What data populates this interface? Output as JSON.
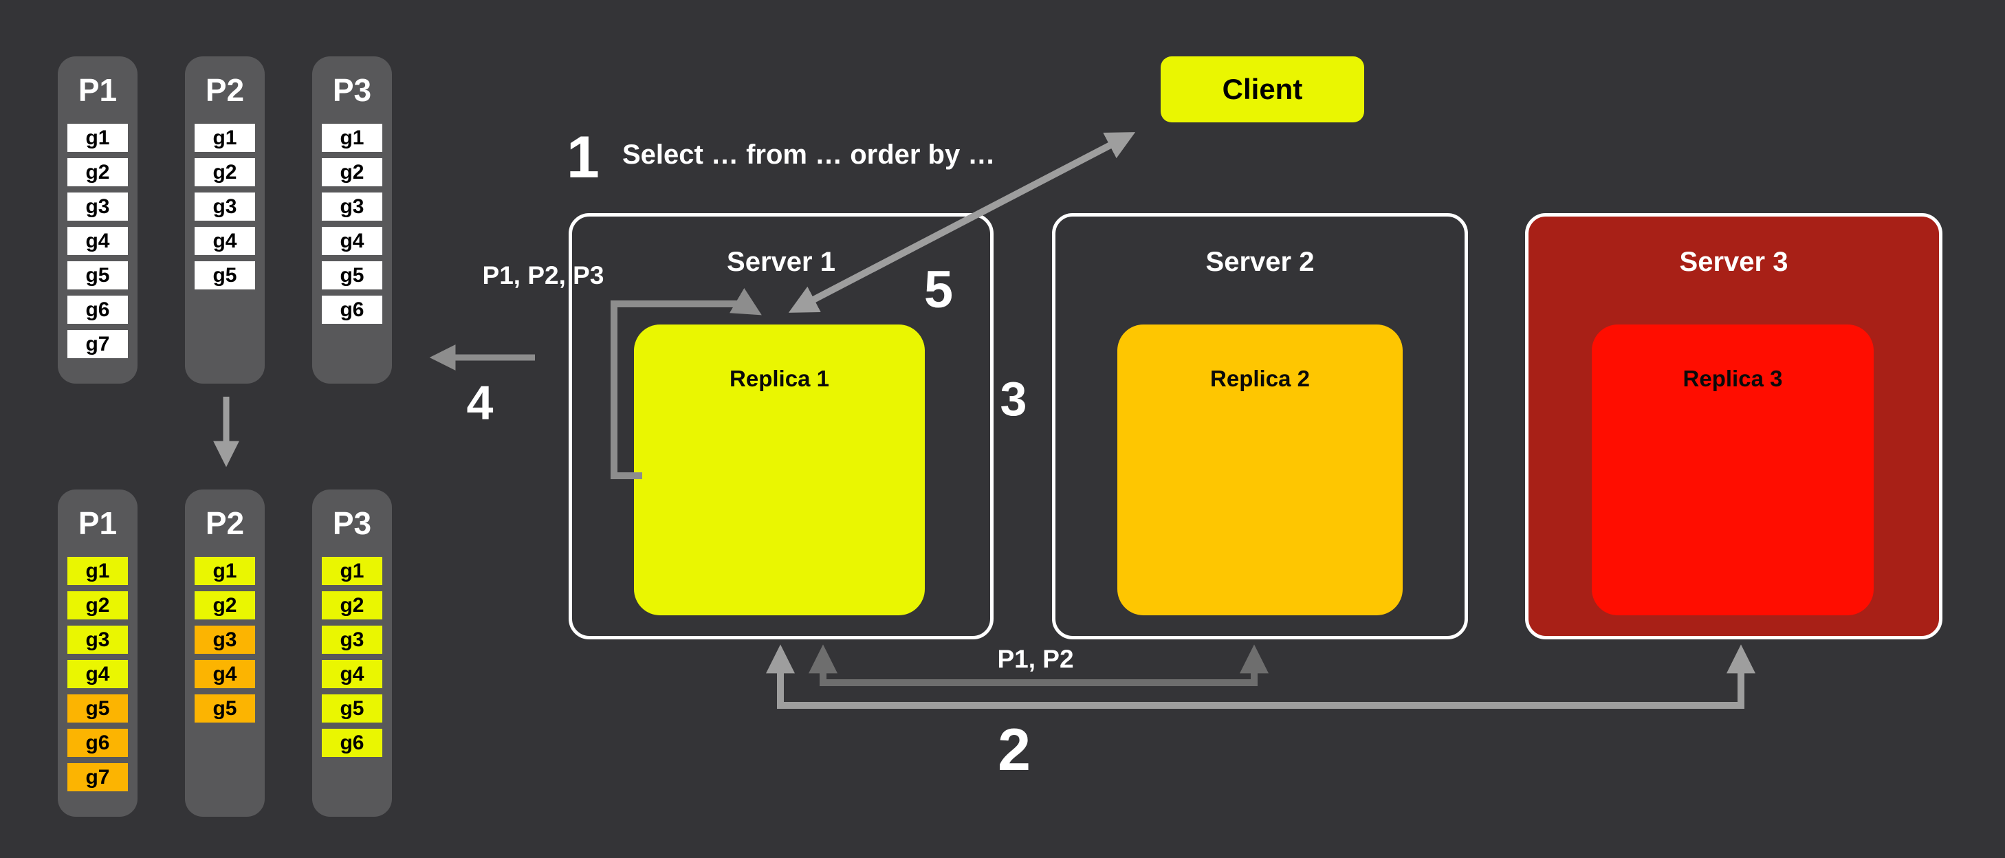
{
  "steps": {
    "one": "1",
    "two": "2",
    "three": "3",
    "four": "4",
    "five": "5"
  },
  "query": {
    "text": "Select … from … order by …"
  },
  "client": {
    "label": "Client",
    "color": "#eaf601"
  },
  "labels": {
    "partitions_all": "P1, P2, P3",
    "partitions_subset": "P1, P2"
  },
  "servers": [
    {
      "label": "Server 1",
      "replica": {
        "label": "Replica 1",
        "color": "#eaf601"
      }
    },
    {
      "label": "Server 2",
      "replica": {
        "label": "Replica 2",
        "color": "#fec601"
      }
    },
    {
      "label": "Server 3",
      "color": "#a82017",
      "replica": {
        "label": "Replica 3",
        "color": "#ff0d00"
      }
    }
  ],
  "partitions": {
    "top": {
      "columns": [
        {
          "label": "P1",
          "cells": [
            "g1",
            "g2",
            "g3",
            "g4",
            "g5",
            "g6",
            "g7"
          ]
        },
        {
          "label": "P2",
          "cells": [
            "g1",
            "g2",
            "g3",
            "g4",
            "g5"
          ]
        },
        {
          "label": "P3",
          "cells": [
            "g1",
            "g2",
            "g3",
            "g4",
            "g5",
            "g6"
          ]
        }
      ]
    },
    "bottom": {
      "columns": [
        {
          "label": "P1",
          "cells": [
            {
              "label": "g1",
              "tone": "yellow"
            },
            {
              "label": "g2",
              "tone": "yellow"
            },
            {
              "label": "g3",
              "tone": "yellow"
            },
            {
              "label": "g4",
              "tone": "yellow"
            },
            {
              "label": "g5",
              "tone": "orange"
            },
            {
              "label": "g6",
              "tone": "orange"
            },
            {
              "label": "g7",
              "tone": "orange"
            }
          ]
        },
        {
          "label": "P2",
          "cells": [
            {
              "label": "g1",
              "tone": "yellow"
            },
            {
              "label": "g2",
              "tone": "yellow"
            },
            {
              "label": "g3",
              "tone": "orange"
            },
            {
              "label": "g4",
              "tone": "orange"
            },
            {
              "label": "g5",
              "tone": "orange"
            }
          ]
        },
        {
          "label": "P3",
          "cells": [
            {
              "label": "g1",
              "tone": "yellow"
            },
            {
              "label": "g2",
              "tone": "yellow"
            },
            {
              "label": "g3",
              "tone": "yellow"
            },
            {
              "label": "g4",
              "tone": "yellow"
            },
            {
              "label": "g5",
              "tone": "yellow"
            },
            {
              "label": "g6",
              "tone": "yellow"
            }
          ]
        }
      ]
    }
  },
  "colors": {
    "background": "#343437",
    "panel_grey": "#58585a",
    "yellow": "#eaf601",
    "orange": "#fcb401",
    "amber": "#fec601",
    "red": "#ff0d00",
    "dark_red": "#a82017",
    "arrow_light": "#9e9e9e",
    "arrow_mid": "#8d8d8d",
    "arrow_dark": "#6e6e6e"
  }
}
